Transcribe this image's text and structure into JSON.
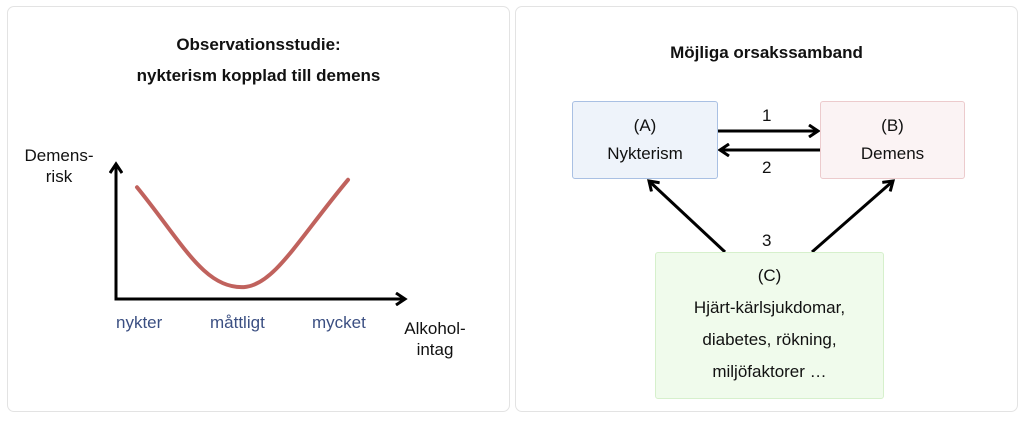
{
  "left_panel": {
    "title_line1": "Observationsstudie:",
    "title_line2": "nykterism kopplad till demens",
    "y_axis_label_line1": "Demens-",
    "y_axis_label_line2": "risk",
    "x_axis_label_line1": "Alkohol-",
    "x_axis_label_line2": "intag",
    "x_ticks": [
      "nykter",
      "måttligt",
      "mycket"
    ],
    "curve_color": "#c0625d",
    "tick_color": "#3b4f82",
    "chart_data": {
      "type": "line",
      "title": "Observationsstudie: nykterism kopplad till demens",
      "xlabel": "Alkoholintag",
      "ylabel": "Demensrisk",
      "categories": [
        "nykter",
        "måttligt",
        "mycket"
      ],
      "series": [
        {
          "name": "Demensrisk",
          "shape": "U-shaped",
          "values": [
            0.75,
            0.08,
            0.8
          ]
        }
      ],
      "grid": false
    }
  },
  "right_panel": {
    "title": "Möjliga orsakssamband",
    "nodes": {
      "a": {
        "id": "(A)",
        "label": "Nykterism",
        "fill": "#eef3fa",
        "border": "#a9c0e3"
      },
      "b": {
        "id": "(B)",
        "label": "Demens",
        "fill": "#fbf3f4",
        "border": "#eccbcd"
      },
      "c": {
        "id": "(C)",
        "lines": [
          "Hjärt-kärlsjukdomar,",
          "diabetes, rökning,",
          "miljöfaktorer …"
        ],
        "fill": "#f0fbec",
        "border": "#d6f0cc"
      }
    },
    "edges": [
      {
        "label": "1",
        "from": "A",
        "to": "B"
      },
      {
        "label": "2",
        "from": "B",
        "to": "A"
      },
      {
        "label": "3",
        "from": "C",
        "to": "A and B"
      }
    ]
  }
}
